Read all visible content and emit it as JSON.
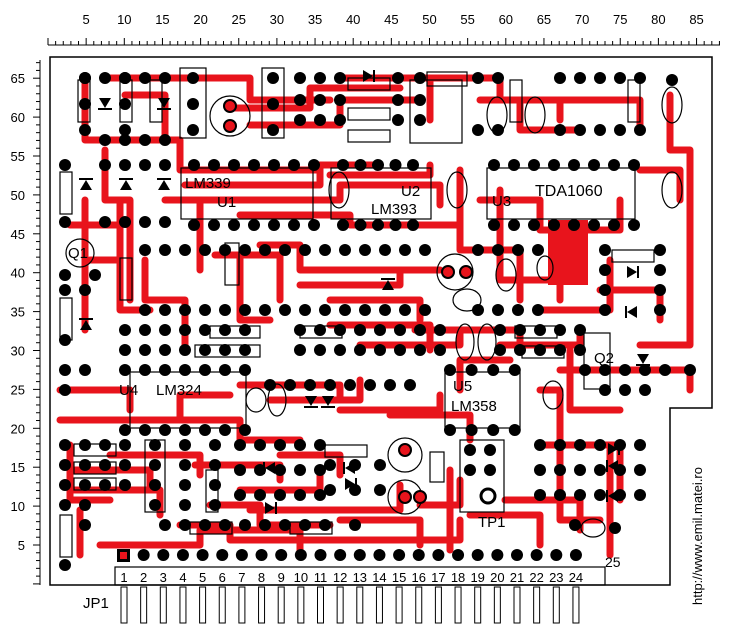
{
  "board": {
    "top_ticks": [
      "5",
      "10",
      "15",
      "20",
      "25",
      "30",
      "35",
      "40",
      "45",
      "50",
      "55",
      "60",
      "65",
      "70",
      "75",
      "80",
      "85"
    ],
    "left_ticks": [
      "65",
      "60",
      "55",
      "50",
      "45",
      "40",
      "35",
      "30",
      "25",
      "20",
      "15",
      "10",
      "5"
    ],
    "pin_numbers": [
      "1",
      "2",
      "3",
      "4",
      "5",
      "6",
      "7",
      "8",
      "9",
      "10",
      "11",
      "12",
      "13",
      "14",
      "15",
      "16",
      "17",
      "18",
      "19",
      "20",
      "21",
      "22",
      "23",
      "24"
    ],
    "connector_label": "JP1",
    "pin_25_label": "25",
    "url": "http://www.emil.matei.ro",
    "colors": {
      "trace": "#e8141c",
      "pad": "#000000",
      "outline": "#000000",
      "background": "#ffffff"
    }
  },
  "components": {
    "lm339": "LM339",
    "u1": "U1",
    "u2": "U2",
    "lm393": "LM393",
    "u3": "U3",
    "tda1060": "TDA1060",
    "q1": "Q1",
    "q2": "Q2",
    "u4": "U4",
    "lm324": "LM324",
    "u5": "U5",
    "lm358": "LM358",
    "tp1": "TP1"
  }
}
